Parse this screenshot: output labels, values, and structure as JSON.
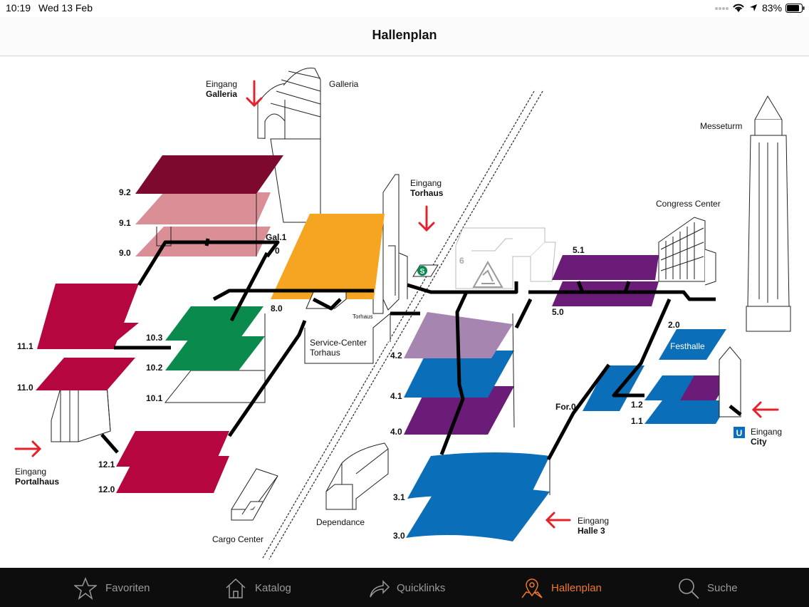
{
  "status": {
    "time": "10:19",
    "date": "Wed 13 Feb",
    "battery": "83%"
  },
  "nav": {
    "title": "Hallenplan"
  },
  "halls": {
    "h9_2": "9.2",
    "h9_1": "9.1",
    "h9_0": "9.0",
    "gal1": "Gal.1",
    "gal0": "0",
    "h8_0": "8.0",
    "h11_1": "11.1",
    "h11_0": "11.0",
    "h10_3": "10.3",
    "h10_2": "10.2",
    "h10_1": "10.1",
    "h12_1": "12.1",
    "h12_0": "12.0",
    "h6": "6",
    "h5_1": "5.1",
    "h5_0": "5.0",
    "h4_2": "4.2",
    "h4_1": "4.1",
    "h4_0": "4.0",
    "h3_1": "3.1",
    "h3_0": "3.0",
    "h2_0": "2.0",
    "festhalle": "Festhalle",
    "for0": "For.0",
    "h1_2": "1.2",
    "h1_1": "1.1"
  },
  "places": {
    "galleria": "Galleria",
    "messeturm": "Messeturm",
    "congress": "Congress Center",
    "torhaus": "Torhaus",
    "service1": "Service-Center",
    "service2": "Torhaus",
    "cargo": "Cargo Center",
    "dependance": "Dependance"
  },
  "entrances": {
    "eingang": "Eingang",
    "galleria": "Galleria",
    "torhaus": "Torhaus",
    "portalhaus": "Portalhaus",
    "halle3": "Halle 3",
    "city": "City"
  },
  "badges": {
    "sbahn": "S",
    "ubahn": "U"
  },
  "colors": {
    "accent": "#f0772a",
    "arrow": "#e3222b",
    "dark_red": "#7d0a2e",
    "pink": "#d98f95",
    "crimson": "#b5063f",
    "orange": "#f6a523",
    "green": "#0a8a4d",
    "purple": "#6b1c78",
    "lavender": "#a685b1",
    "blue": "#0a6fb8"
  },
  "tabs": [
    {
      "label": "Favoriten",
      "icon": "star-icon"
    },
    {
      "label": "Katalog",
      "icon": "house-icon"
    },
    {
      "label": "Quicklinks",
      "icon": "share-arrow-icon"
    },
    {
      "label": "Hallenplan",
      "icon": "map-pin-icon"
    },
    {
      "label": "Suche",
      "icon": "search-icon"
    }
  ]
}
